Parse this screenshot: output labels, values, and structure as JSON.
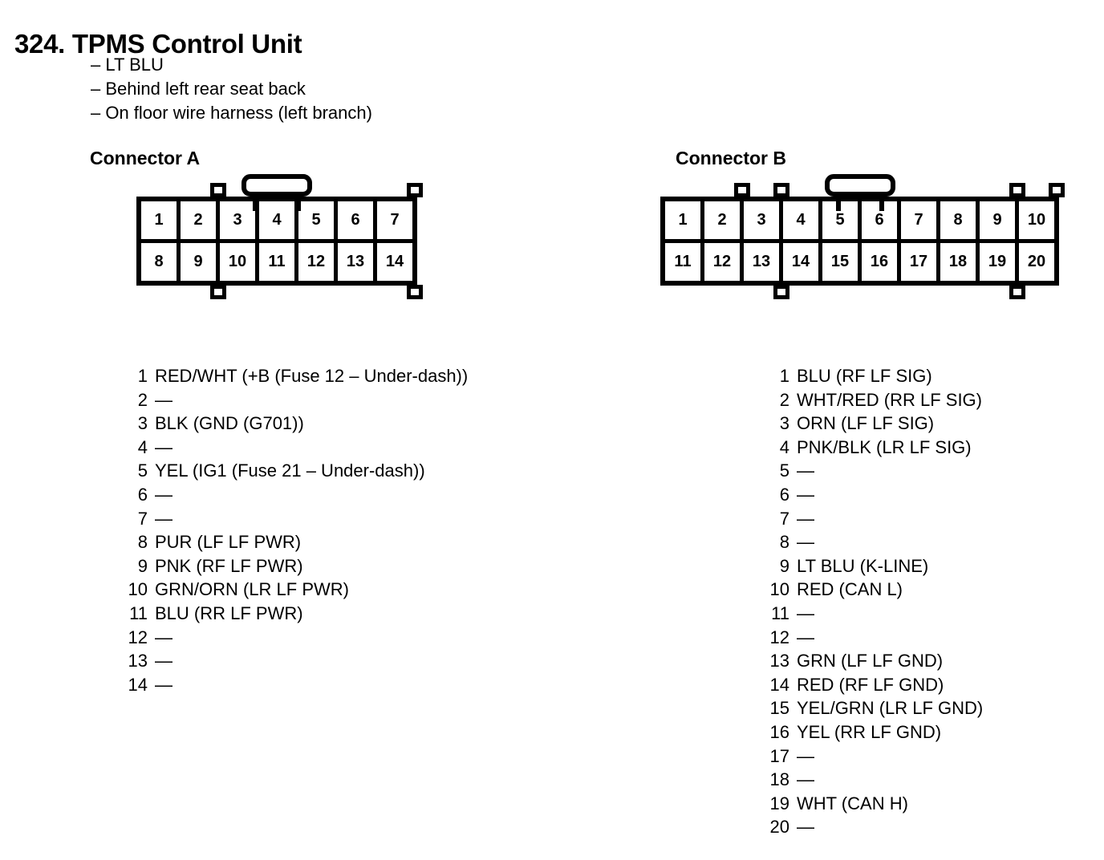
{
  "page": {
    "number": "324.",
    "title": "324. TPMS Control Unit",
    "notes": [
      "– LT BLU",
      "– Behind left rear seat back",
      "– On floor wire harness (left branch)"
    ],
    "empty_pin_marker": "—",
    "ink_color": "#000000",
    "background_color": "#ffffff"
  },
  "connectors": [
    {
      "id": "a",
      "heading": "Connector A",
      "layout": {
        "columns": 7,
        "rows": 2,
        "top_row": [
          "1",
          "2",
          "3",
          "4",
          "5",
          "6",
          "7"
        ],
        "bottom_row": [
          "8",
          "9",
          "10",
          "11",
          "12",
          "13",
          "14"
        ],
        "top_tab_boundaries": [
          1,
          6
        ],
        "bottom_tab_boundaries": [
          1,
          6
        ],
        "latch_position": "top-center"
      },
      "pins": [
        {
          "number": "1",
          "description": "RED/WHT (+B (Fuse 12 – Under-dash))"
        },
        {
          "number": "2",
          "description": "—"
        },
        {
          "number": "3",
          "description": "BLK (GND (G701))"
        },
        {
          "number": "4",
          "description": "—"
        },
        {
          "number": "5",
          "description": "YEL (IG1 (Fuse 21 – Under-dash))"
        },
        {
          "number": "6",
          "description": "—"
        },
        {
          "number": "7",
          "description": "—"
        },
        {
          "number": "8",
          "description": "PUR (LF LF PWR)"
        },
        {
          "number": "9",
          "description": "PNK (RF LF PWR)"
        },
        {
          "number": "10",
          "description": "GRN/ORN (LR LF PWR)"
        },
        {
          "number": "11",
          "description": "BLU (RR LF PWR)"
        },
        {
          "number": "12",
          "description": "—"
        },
        {
          "number": "13",
          "description": "—"
        },
        {
          "number": "14",
          "description": "—"
        }
      ]
    },
    {
      "id": "b",
      "heading": "Connector B",
      "layout": {
        "columns": 10,
        "rows": 2,
        "top_row": [
          "1",
          "2",
          "3",
          "4",
          "5",
          "6",
          "7",
          "8",
          "9",
          "10"
        ],
        "bottom_row": [
          "11",
          "12",
          "13",
          "14",
          "15",
          "16",
          "17",
          "18",
          "19",
          "20"
        ],
        "top_tab_boundaries": [
          1,
          2,
          8,
          9
        ],
        "bottom_tab_boundaries": [
          2,
          8
        ],
        "latch_position": "top-center"
      },
      "pins": [
        {
          "number": "1",
          "description": "BLU (RF LF SIG)"
        },
        {
          "number": "2",
          "description": "WHT/RED (RR LF SIG)"
        },
        {
          "number": "3",
          "description": "ORN (LF LF SIG)"
        },
        {
          "number": "4",
          "description": "PNK/BLK (LR LF SIG)"
        },
        {
          "number": "5",
          "description": "—"
        },
        {
          "number": "6",
          "description": "—"
        },
        {
          "number": "7",
          "description": "—"
        },
        {
          "number": "8",
          "description": "—"
        },
        {
          "number": "9",
          "description": "LT BLU (K-LINE)"
        },
        {
          "number": "10",
          "description": "RED (CAN L)"
        },
        {
          "number": "11",
          "description": "—"
        },
        {
          "number": "12",
          "description": "—"
        },
        {
          "number": "13",
          "description": "GRN (LF LF GND)"
        },
        {
          "number": "14",
          "description": "RED (RF LF GND)"
        },
        {
          "number": "15",
          "description": "YEL/GRN (LR LF GND)"
        },
        {
          "number": "16",
          "description": "YEL (RR LF GND)"
        },
        {
          "number": "17",
          "description": "—"
        },
        {
          "number": "18",
          "description": "—"
        },
        {
          "number": "19",
          "description": "WHT (CAN H)"
        },
        {
          "number": "20",
          "description": "—"
        }
      ]
    }
  ]
}
